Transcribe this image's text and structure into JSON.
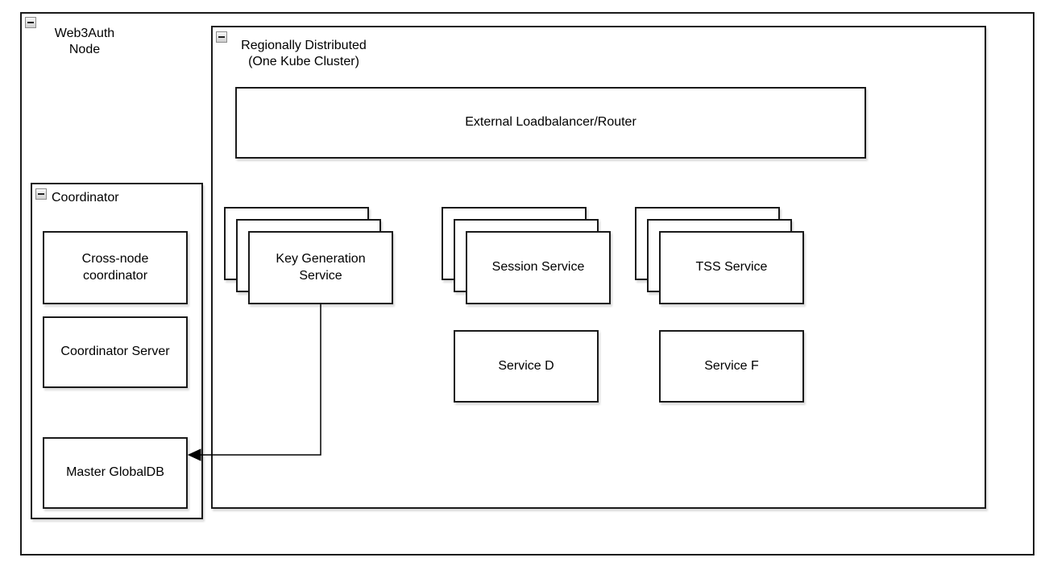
{
  "colors": {
    "stroke": "#1a1a1a",
    "fill": "#ffffff",
    "text": "#000000"
  },
  "web3auth_group": {
    "icon": "minus-icon",
    "label_lines": [
      "Web3Auth",
      "Node"
    ]
  },
  "region_group": {
    "icon": "minus-icon",
    "label_lines": [
      "Regionally Distributed",
      "(One Kube Cluster)"
    ]
  },
  "loadbalancer": {
    "label": "External Loadbalancer/Router"
  },
  "coordinator_group": {
    "icon": "minus-icon",
    "label": "Coordinator",
    "cross_node": {
      "label_lines": [
        "Cross-node",
        "coordinator"
      ]
    },
    "server": {
      "label": "Coordinator Server"
    },
    "master_db": {
      "label": "Master GlobalDB"
    }
  },
  "stacks": [
    {
      "label_lines": [
        "Key Generation",
        "Service"
      ],
      "replicas": 3
    },
    {
      "label_lines": [
        "Session Service"
      ],
      "replicas": 3
    },
    {
      "label_lines": [
        "TSS Service"
      ],
      "replicas": 3
    }
  ],
  "services": [
    {
      "label": "Service D"
    },
    {
      "label": "Service F"
    }
  ],
  "connector": {
    "from": "Key Generation Service",
    "to": "Master GlobalDB",
    "style": "solid",
    "arrowhead": "filled-left"
  }
}
